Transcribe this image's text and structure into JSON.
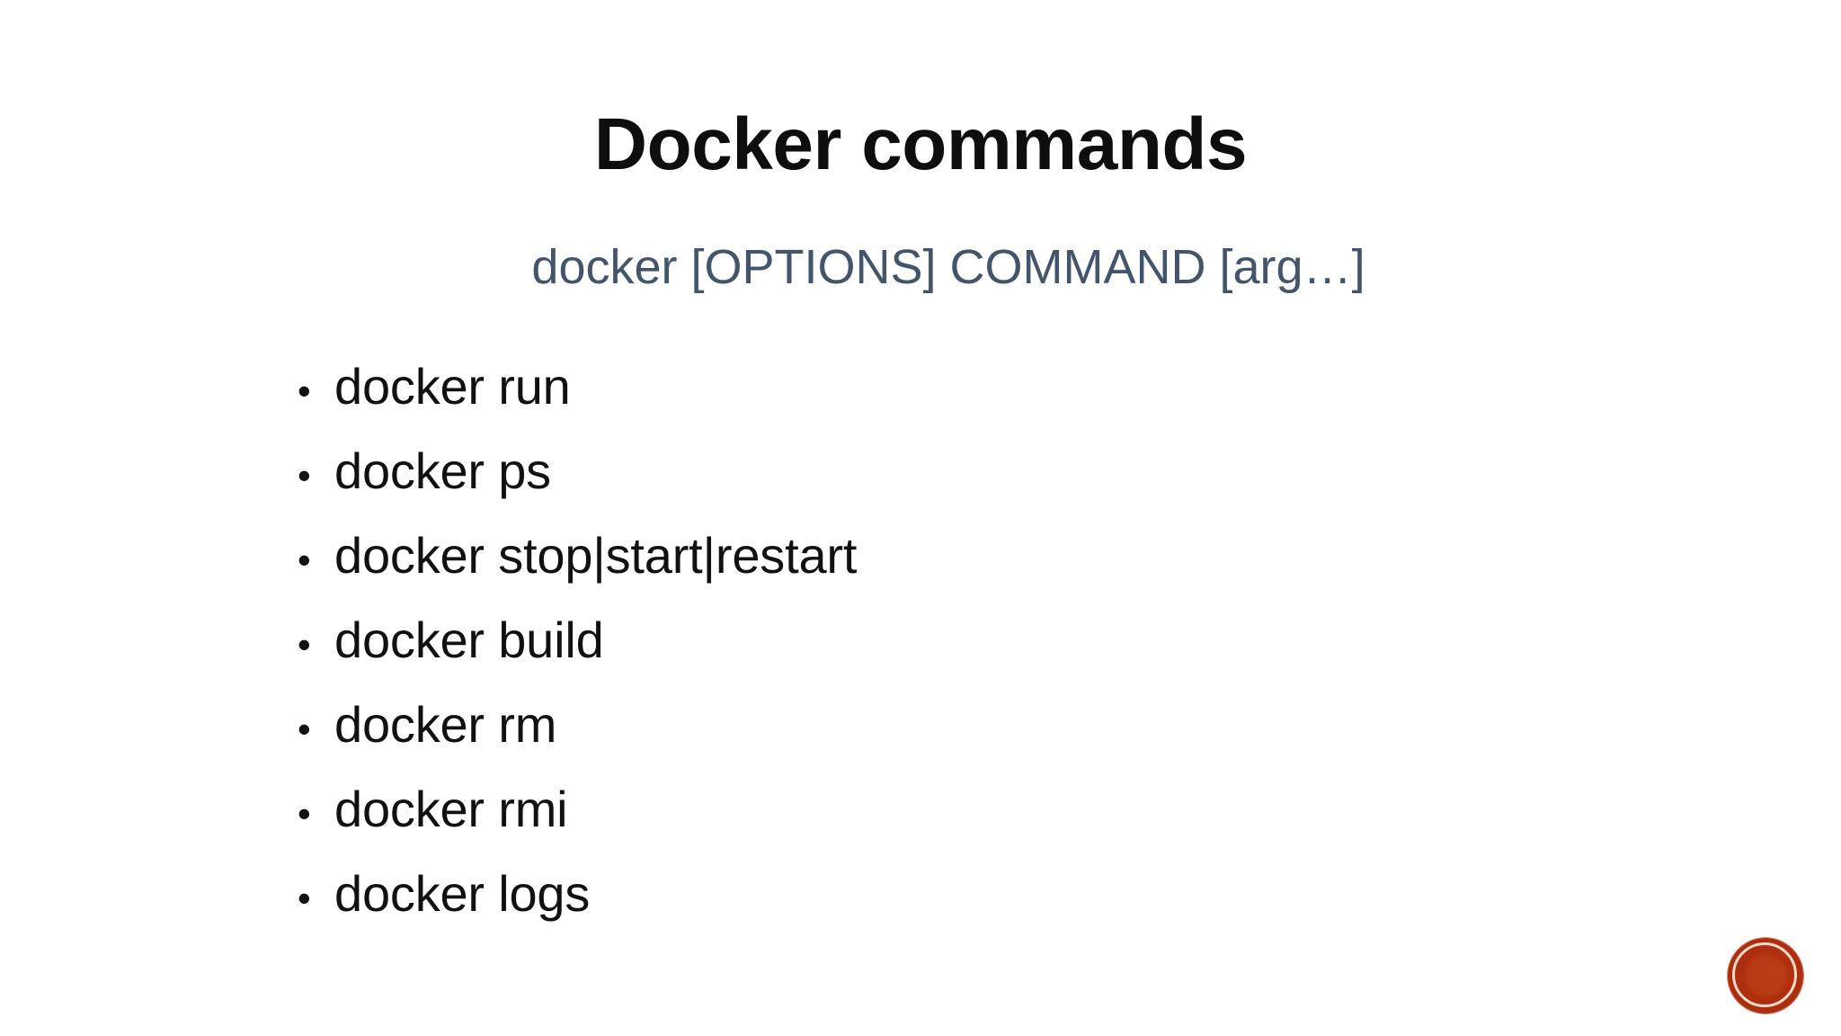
{
  "slide": {
    "title": "Docker commands",
    "subtitle": "docker [OPTIONS] COMMAND [arg…]",
    "background_color": "#ffffff",
    "title_color": "#0e0e0e",
    "subtitle_color": "#44546a",
    "body_text_color": "#111111"
  },
  "bullets": {
    "marker": "•",
    "items": [
      {
        "text": "docker run"
      },
      {
        "text": "docker ps"
      },
      {
        "text": "docker stop|start|restart"
      },
      {
        "text": "docker build"
      },
      {
        "text": "docker rm"
      },
      {
        "text": "docker rmi"
      },
      {
        "text": "docker logs"
      }
    ]
  },
  "watermark": {
    "name": "circular-logo-watermark",
    "color": "#ae2f0d",
    "ring_color": "#fff1e8"
  }
}
